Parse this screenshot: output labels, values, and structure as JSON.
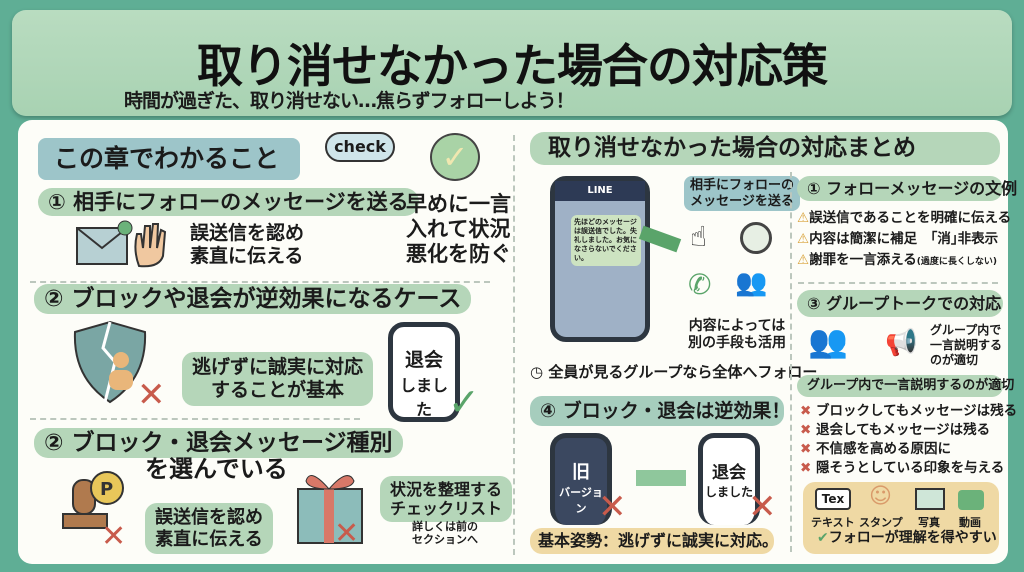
{
  "header": {
    "title": "取り消せなかった場合の対応策",
    "subtitle": "時間が過ぎた、取り消せない…焦らずフォローしよう！"
  },
  "left": {
    "chapter_label": "この章でわかること",
    "check_cloud": "check",
    "sec1": {
      "heading": "① 相手にフォローのメッセージを送る",
      "bubble": [
        "誤送信を認め",
        "素直に伝える"
      ],
      "side_note": [
        "早めに一言",
        "入れて状況",
        "悪化を防ぐ"
      ]
    },
    "sec2": {
      "heading": "② ブロックや退会が逆効果になるケース",
      "bubble": [
        "逃げずに誠実に対応",
        "することが基本"
      ],
      "phone_text": [
        "退会",
        "しました"
      ]
    },
    "sec3": {
      "heading": [
        "② ブロック・退会メッセージ種別",
        "を選んでいる"
      ],
      "bubble": [
        "誤送信を認め",
        "素直に伝える"
      ],
      "checklist": [
        "状況を整理する",
        "チェックリスト"
      ],
      "note": [
        "詳しくは前の",
        "セクションへ"
      ],
      "coin": "P"
    }
  },
  "right": {
    "heading": "取り消せなかった場合の対応まとめ",
    "phone": {
      "app": "LINE",
      "message": "先ほどのメッセージは誤送信でした。失礼しました。お気になさらないでください。"
    },
    "follow_label": [
      "相手にフォローの",
      "メッセージを送る"
    ],
    "alt_means": [
      "内容によっては",
      "別の手段も活用"
    ],
    "group_follow": "全員が見るグループなら全体へフォロー",
    "sec1": {
      "heading": "① フォローメッセージの文例",
      "items": [
        "誤送信であることを明確に伝える",
        "内容は簡潔に補足　｢消｣非表示",
        "謝罪を一言添える"
      ],
      "item3_note": "(過度に長くしない)"
    },
    "sec3": {
      "heading": "③ グループトークでの対応",
      "side": [
        "グループ内で",
        "一言説明する",
        "のが適切"
      ],
      "pill": "グループ内で一言説明するのが適切",
      "items": [
        "ブロックしてもメッセージは残る",
        "退会してもメッセージは残る",
        "不信感を高める原因に",
        "隠そうとしている印象を与える"
      ],
      "media": [
        {
          "icon": "Tex",
          "label": "テキスト"
        },
        {
          "icon": "stamp-icon",
          "label": "スタンプ"
        },
        {
          "icon": "photo-icon",
          "label": "写真"
        },
        {
          "icon": "video-icon",
          "label": "動画"
        }
      ],
      "note": "フォローが理解を得やすい"
    },
    "sec4": {
      "heading": "④ ブロック・退会は逆効果！",
      "old_phone": [
        "旧",
        "バージョン"
      ],
      "new_phone": [
        "退会",
        "しました"
      ],
      "basic": "基本姿勢：逃げずに誠実に対応。"
    }
  },
  "colors": {
    "bg": "#5fae95",
    "header": "#b9dcc0",
    "pill": "#b5d6b9",
    "blue": "#9dc5c9",
    "beige": "#efd9a4",
    "cross": "#c85b4c",
    "check": "#5aa46a"
  }
}
